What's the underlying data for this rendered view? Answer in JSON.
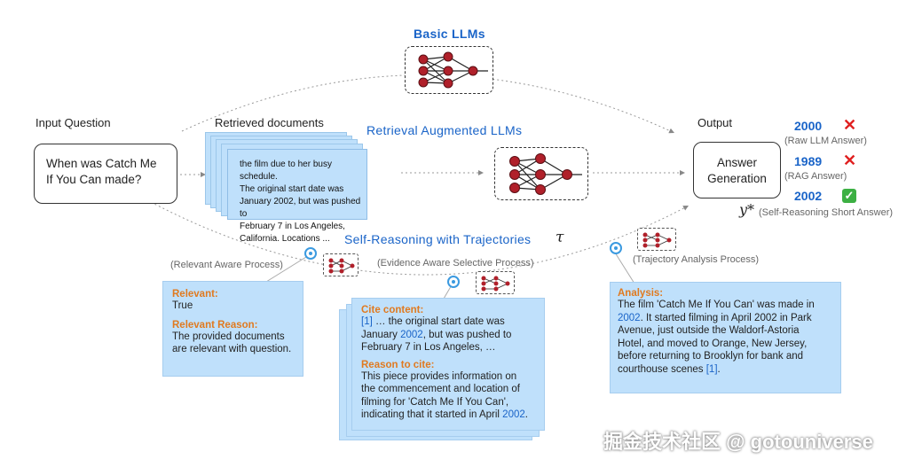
{
  "titles": {
    "basic_llms": "Basic LLMs",
    "rag_llms": "Retrieval Augmented  LLMs",
    "self_reasoning": "Self-Reasoning with Trajectories",
    "tau": "𝜏"
  },
  "labels": {
    "input_question": "Input Question",
    "retrieved_documents": "Retrieved documents",
    "output": "Output"
  },
  "question": {
    "line1": "When was Catch Me",
    "line2": "If You Can made?"
  },
  "document": {
    "line1": "the film due to her busy schedule.",
    "line2": "The original start date was",
    "line3": "January 2002, but was pushed to",
    "line4": "February 7 in Los Angeles,",
    "line5": "California. Locations ..."
  },
  "answer_box": {
    "line1": "Answer",
    "line2": "Generation"
  },
  "answers": [
    {
      "value": "2000",
      "caption": "(Raw LLM Answer)",
      "mark": "cross"
    },
    {
      "value": "1989",
      "caption": "(RAG Answer)",
      "mark": "cross"
    },
    {
      "value": "2002",
      "caption": "(Self-Reasoning Short Answer)",
      "mark": "check"
    }
  ],
  "y_star": "y*",
  "processes": {
    "relevant": "(Relevant Aware Process)",
    "evidence": "(Evidence Aware Selective Process)",
    "trajectory": "(Trajectory Analysis Process)"
  },
  "relevant_panel": {
    "relevant_label": "Relevant:",
    "relevant_value": "True",
    "reason_label": "Relevant Reason:",
    "reason_line1": "The provided documents",
    "reason_line2": "are relevant with question."
  },
  "cite_panel": {
    "cite_label": "Cite content:",
    "cite_ref": "[1]",
    "cite_line1_rest": " … the original start date was",
    "cite_line2_pre": "January ",
    "cite_line2_year": "2002",
    "cite_line2_post": ", but was pushed to",
    "cite_line3": "February 7 in Los Angeles, …",
    "reason_label": "Reason to cite:",
    "reason_line1": "This piece provides information on",
    "reason_line2": "the commencement and location of",
    "reason_line3": "filming for 'Catch Me If You Can',",
    "reason_line4_pre": "indicating that it started in April ",
    "reason_line4_year": "2002",
    "reason_line4_post": "."
  },
  "analysis_panel": {
    "label": "Analysis:",
    "line1": "The film 'Catch Me If You Can' was made in",
    "line2_year": "2002",
    "line2_rest": ". It started filming in April 2002 in Park",
    "line3": "Avenue, just outside the Waldorf-Astoria",
    "line4": "Hotel, and moved to Orange, New Jersey,",
    "line5": "before returning to Brooklyn for bank and",
    "line6_pre": "courthouse scenes ",
    "line6_ref": "[1]",
    "line6_post": "."
  },
  "watermark": "掘金技术社区 @ gotouniverse",
  "colors": {
    "accent_blue": "#1a64c8",
    "panel_blue": "#bfe0fb",
    "orange": "#e07a20",
    "node_red": "#b0202a",
    "cross_red": "#e02020",
    "check_green": "#3cb043"
  }
}
